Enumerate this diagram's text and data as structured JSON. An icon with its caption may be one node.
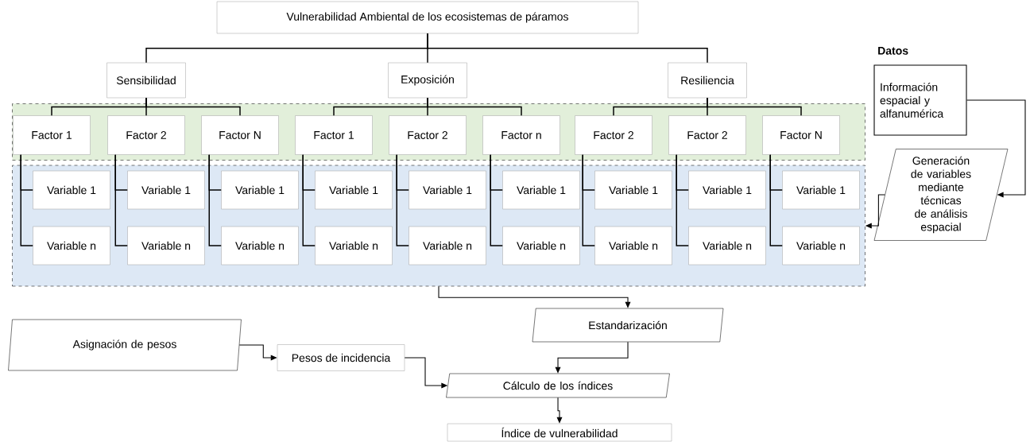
{
  "diagram": {
    "nodes": [
      {
        "text": [
          "Vulnerabilidad Ambiental de los ecosistemas de páramos"
        ]
      },
      {
        "text": [
          "Sensibilidad"
        ]
      },
      {
        "text": [
          "Exposición"
        ]
      },
      {
        "text": [
          "Resiliencia"
        ]
      },
      {
        "text": [],
        "shape": "box"
      },
      {
        "text": [
          "Factor 1"
        ],
        "in": 4
      },
      {
        "text": [
          "Factor 2"
        ],
        "in": 4
      },
      {
        "text": [
          "Factor N"
        ],
        "in": 4
      },
      {
        "text": [
          "Factor 1"
        ],
        "in": 4
      },
      {
        "text": [
          "Factor 2"
        ],
        "in": 4
      },
      {
        "text": [
          "Factor n"
        ],
        "in": 4
      },
      {
        "text": [
          "Factor 2"
        ],
        "in": 4
      },
      {
        "text": [
          "Factor 2"
        ],
        "in": 4
      },
      {
        "text": [
          "Factor N"
        ],
        "in": 4
      },
      {
        "text": [],
        "shape": "box"
      },
      {
        "text": [
          "Variable 1"
        ],
        "in": 14
      },
      {
        "text": [
          "Variable 1"
        ],
        "in": 14
      },
      {
        "text": [
          "Variable 1"
        ],
        "in": 14
      },
      {
        "text": [
          "Variable 1"
        ],
        "in": 14
      },
      {
        "text": [
          "Variable 1"
        ],
        "in": 14
      },
      {
        "text": [
          "Variable 1"
        ],
        "in": 14
      },
      {
        "text": [
          "Variable 1"
        ],
        "in": 14
      },
      {
        "text": [
          "Variable 1"
        ],
        "in": 14
      },
      {
        "text": [
          "Variable  1"
        ],
        "in": 14
      },
      {
        "text": [
          "Variable n"
        ],
        "in": 14
      },
      {
        "text": [
          "Variable n"
        ],
        "in": 14
      },
      {
        "text": [
          "Variable n"
        ],
        "in": 14
      },
      {
        "text": [
          "Variable n"
        ],
        "in": 14
      },
      {
        "text": [
          "Variable n"
        ],
        "in": 14
      },
      {
        "text": [
          "Variable n"
        ],
        "in": 14
      },
      {
        "text": [
          "Variable n"
        ],
        "in": 14
      },
      {
        "text": [
          "Variable n"
        ],
        "in": 14
      },
      {
        "text": [
          "Variable n"
        ],
        "in": 14
      },
      {
        "text": [
          "Datos",
          "Información espacial y alfanumérica"
        ]
      },
      {
        "text": [
          "Generación de variables mediante técnicas de análisis espacial"
        ]
      },
      {
        "text": [
          "Estandarización"
        ]
      },
      {
        "text": [
          "Asignación de pesos"
        ]
      },
      {
        "text": [
          "Pesos de incidencia"
        ]
      },
      {
        "text": [
          "Cálculo de los índices"
        ]
      },
      {
        "text": [
          "Índice de vulnerabilidad"
        ]
      }
    ],
    "edges": [
      {
        "from": 0,
        "to": 1,
        "arrow": "none"
      },
      {
        "from": 0,
        "to": 2,
        "arrow": "none"
      },
      {
        "from": 0,
        "to": 3,
        "arrow": "none"
      },
      {
        "from": 1,
        "to": 5,
        "arrow": "none"
      },
      {
        "from": 1,
        "to": 6,
        "arrow": "none"
      },
      {
        "from": 1,
        "to": 7,
        "arrow": "none"
      },
      {
        "from": 2,
        "to": 8,
        "arrow": "none"
      },
      {
        "from": 2,
        "to": 9,
        "arrow": "none"
      },
      {
        "from": 2,
        "to": 10,
        "arrow": "none"
      },
      {
        "from": 3,
        "to": 11,
        "arrow": "none"
      },
      {
        "from": 3,
        "to": 12,
        "arrow": "none"
      },
      {
        "from": 3,
        "to": 13,
        "arrow": "none"
      },
      {
        "from": 5,
        "to": 15,
        "arrow": "none"
      },
      {
        "from": 5,
        "to": 24,
        "arrow": "none"
      },
      {
        "from": 6,
        "to": 16,
        "arrow": "none"
      },
      {
        "from": 6,
        "to": 25,
        "arrow": "none"
      },
      {
        "from": 7,
        "to": 17,
        "arrow": "none"
      },
      {
        "from": 7,
        "to": 26,
        "arrow": "none"
      },
      {
        "from": 8,
        "to": 18,
        "arrow": "none"
      },
      {
        "from": 8,
        "to": 27,
        "arrow": "none"
      },
      {
        "from": 9,
        "to": 19,
        "arrow": "none"
      },
      {
        "from": 9,
        "to": 28,
        "arrow": "none"
      },
      {
        "from": 10,
        "to": 20,
        "arrow": "none"
      },
      {
        "from": 10,
        "to": 29,
        "arrow": "none"
      },
      {
        "from": 11,
        "to": 21,
        "arrow": "none"
      },
      {
        "from": 11,
        "to": 30,
        "arrow": "none"
      },
      {
        "from": 12,
        "to": 22,
        "arrow": "none"
      },
      {
        "from": 12,
        "to": 31,
        "arrow": "none"
      },
      {
        "from": 13,
        "to": 23,
        "arrow": "none"
      },
      {
        "from": 13,
        "to": 32,
        "arrow": "none"
      },
      {
        "from": 33,
        "to": 34,
        "arrow": "to"
      },
      {
        "from": 34,
        "to": 14,
        "arrow": "to"
      },
      {
        "from": 14,
        "to": 35,
        "arrow": "to"
      },
      {
        "from": 36,
        "to": 37,
        "arrow": "to"
      },
      {
        "from": 37,
        "to": 38,
        "arrow": "to"
      },
      {
        "from": 35,
        "to": 38,
        "arrow": "to"
      },
      {
        "from": 38,
        "to": 39,
        "arrow": "to"
      }
    ]
  }
}
